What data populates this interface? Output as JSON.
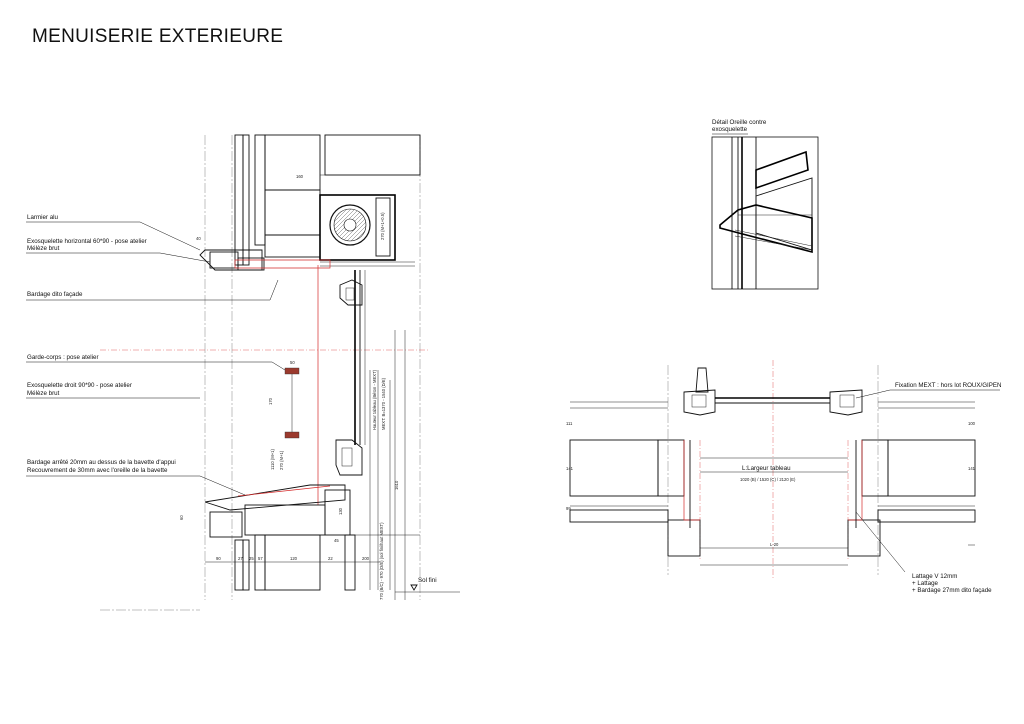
{
  "title": "MENUISERIE EXTERIEURE",
  "labels": {
    "larmier": "Larmier alu",
    "exo_horiz_1": "Exosquelette horizontal 60*90 - pose atelier",
    "exo_horiz_2": "Mélèze brut",
    "bardage_dito": "Bardage dito façade",
    "garde_corps": "Garde-corps : pose atelier",
    "exo_droit_1": "Exosquelette droit  90*90 - pose atelier",
    "exo_droit_2": "Mélèze brut",
    "bardage_arrete_1": "Bardage arrêté 20mm au dessus de la bavette d'appui",
    "bardage_arrete_2": "Recouvrement de 30mm avec l'oreille de la bavette",
    "sol_fini": "Sol fini",
    "detail_oreille_1": "Détail Oreille contre",
    "detail_oreille_2": "exosquelette",
    "fixation_mext": "Fixation MEXT : hors lot ROUX/GIPEN",
    "largeur_tableau": "L:Largeur tableau",
    "largeur_values": "1020 (B) / 1520 (C) / 2120 (E)",
    "l20": "L-20",
    "lattage_1": "Lattage V 12mm",
    "lattage_2": "+ Lattage",
    "lattage_3": "+ Bardage 27mm dito façade"
  },
  "colors": {
    "line": "#111111",
    "accent_red": "#d42a2a",
    "garde_corps_fill": "#9b3a2e"
  }
}
